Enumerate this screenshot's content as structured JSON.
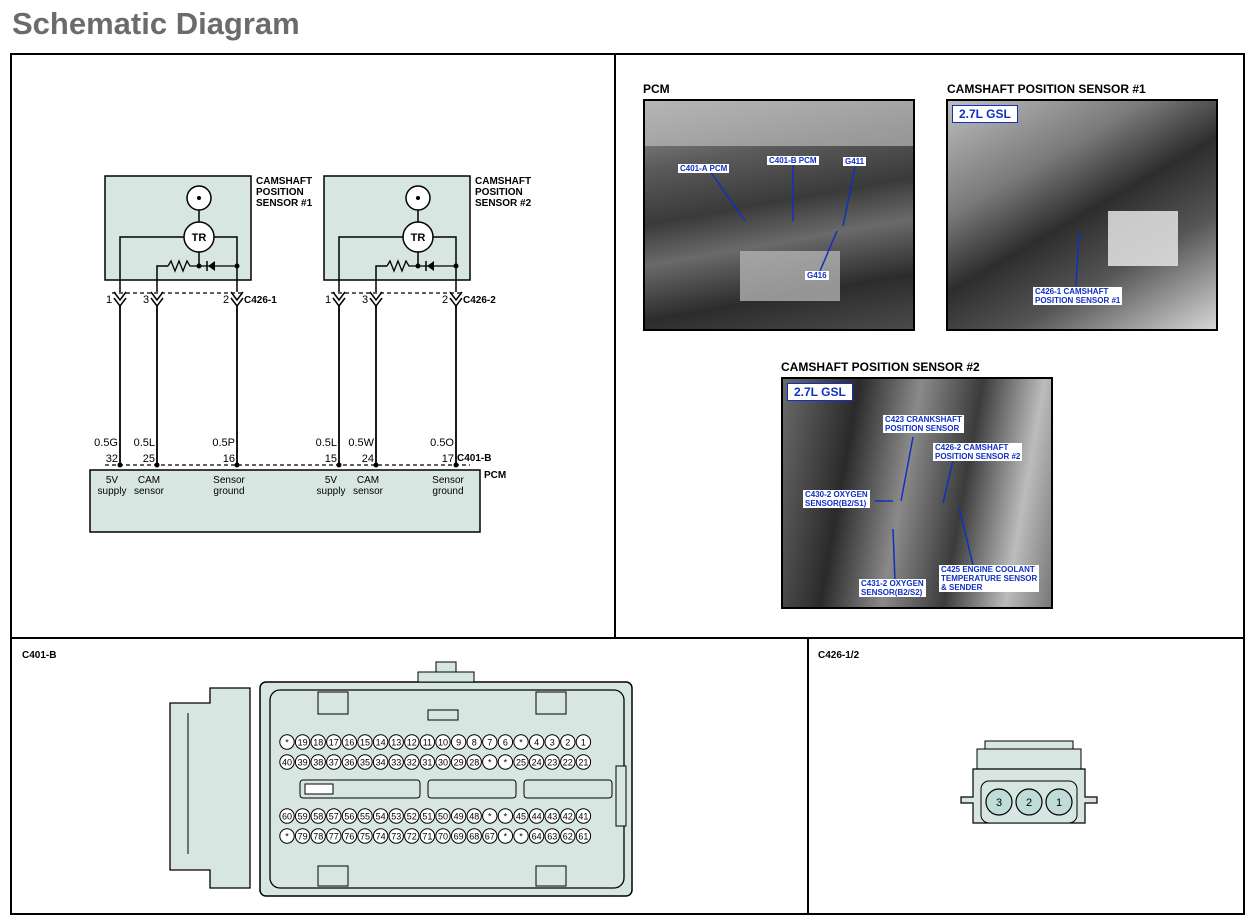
{
  "title": "Schematic Diagram",
  "sensors": [
    {
      "name_l1": "CAMSHAFT",
      "name_l2": "POSITION",
      "name_l3": "SENSOR  #1",
      "inner": "TR",
      "pins": [
        "1",
        "3",
        "2"
      ],
      "connector": "C426-1"
    },
    {
      "name_l1": "CAMSHAFT",
      "name_l2": "POSITION",
      "name_l3": "SENSOR  #2",
      "inner": "TR",
      "pins": [
        "1",
        "3",
        "2"
      ],
      "connector": "C426-2"
    }
  ],
  "wires": [
    {
      "color": "0.5G",
      "pcm_pin": "32",
      "func_l1": "5V",
      "func_l2": "supply"
    },
    {
      "color": "0.5L",
      "pcm_pin": "25",
      "func_l1": "CAM",
      "func_l2": "sensor"
    },
    {
      "color": "0.5P",
      "pcm_pin": "16",
      "func_l1": "Sensor",
      "func_l2": "ground"
    },
    {
      "color": "0.5L",
      "pcm_pin": "15",
      "func_l1": "5V",
      "func_l2": "supply"
    },
    {
      "color": "0.5W",
      "pcm_pin": "24",
      "func_l1": "CAM",
      "func_l2": "sensor"
    },
    {
      "color": "0.5O",
      "pcm_pin": "17",
      "func_l1": "Sensor",
      "func_l2": "ground"
    }
  ],
  "pcm": {
    "label": "PCM",
    "connector": "C401-B"
  },
  "photos": {
    "pcm": {
      "label": "PCM",
      "tags": [
        "C401-A PCM",
        "C401-B PCM",
        "G411",
        "G416"
      ]
    },
    "cmp1": {
      "label": "CAMSHAFT POSITION SENSOR #1",
      "engine": "2.7L GSL",
      "tags": [
        "C426-1 CAMSHAFT\nPOSITION SENSOR #1"
      ]
    },
    "cmp2": {
      "label": "CAMSHAFT POSITION SENSOR #2",
      "engine": "2.7L GSL",
      "tags": [
        "C423 CRANKSHAFT\nPOSITION SENSOR",
        "C426-2 CAMSHAFT\nPOSITION SENSOR #2",
        "C430-2 OXYGEN\nSENSOR(B2/S1)",
        "C431-2 OXYGEN\nSENSOR(B2/S2)",
        "C425 ENGINE COOLANT\nTEMPERATURE SENSOR\n& SENDER"
      ]
    }
  },
  "connector_c401b": {
    "label": "C401-B",
    "rows": [
      [
        "*",
        "19",
        "18",
        "17",
        "16",
        "15",
        "14",
        "13",
        "12",
        "11",
        "10",
        "9",
        "8",
        "7",
        "6",
        "*",
        "4",
        "3",
        "2",
        "1"
      ],
      [
        "40",
        "39",
        "38",
        "37",
        "36",
        "35",
        "34",
        "33",
        "32",
        "31",
        "30",
        "29",
        "28",
        "*",
        "*",
        "25",
        "24",
        "23",
        "22",
        "21"
      ],
      [
        "60",
        "59",
        "58",
        "57",
        "56",
        "55",
        "54",
        "53",
        "52",
        "51",
        "50",
        "49",
        "48",
        "*",
        "*",
        "45",
        "44",
        "43",
        "42",
        "41"
      ],
      [
        "*",
        "79",
        "78",
        "77",
        "76",
        "75",
        "74",
        "73",
        "72",
        "71",
        "70",
        "69",
        "68",
        "67",
        "*",
        "*",
        "64",
        "63",
        "62",
        "61"
      ]
    ]
  },
  "connector_c426": {
    "label": "C426-1/2",
    "pins": [
      "3",
      "2",
      "1"
    ]
  },
  "colors": {
    "panel": "#d8e6e2",
    "tag_text": "#1030c0",
    "pin_fill": "#c0dcd8"
  }
}
